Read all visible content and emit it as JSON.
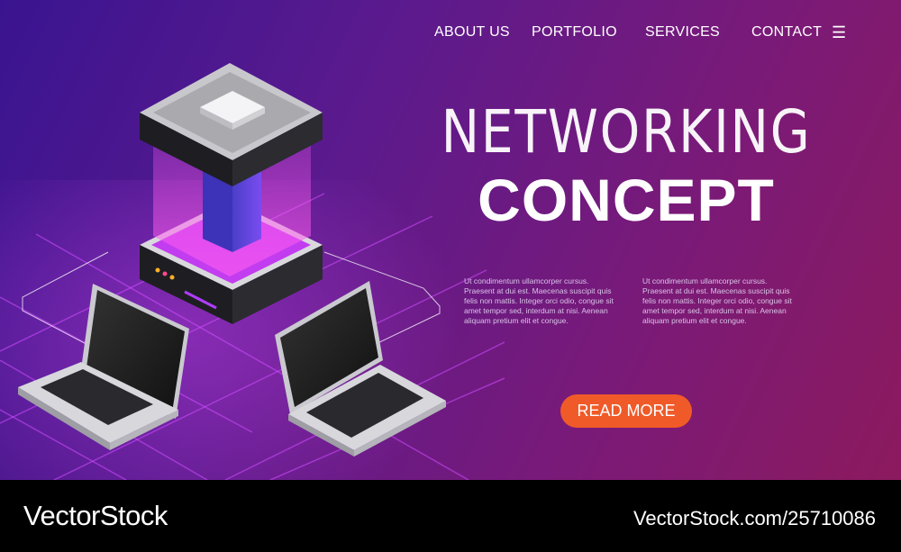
{
  "nav": {
    "items": [
      "ABOUT US",
      "PORTFOLIO",
      "SERVICES",
      "CONTACT"
    ],
    "menu_icon": "hamburger-icon"
  },
  "hero": {
    "title_line1": "NETWORKING",
    "title_line2": "CONCEPT",
    "paragraph_1": "Ut condimentum ullamcorper cursus. Praesent at dui est. Maecenas suscipit quis felis non mattis. Integer orci odio, congue sit amet tempor sed, interdum at nisi. Aenean aliquam pretium elit et congue.",
    "paragraph_2": "Ut condimentum ullamcorper cursus. Praesent at dui est. Maecenas suscipit quis felis non mattis. Integer orci odio, congue sit amet tempor sed, interdum at nisi. Aenean aliquam pretium elit et congue.",
    "cta_label": "READ MORE"
  },
  "watermark": {
    "logo_text": "VectorStock",
    "image_id": "VectorStock.com/25710086"
  },
  "colors": {
    "cta": "#f05a28",
    "accent_glow": "#e040ff",
    "bg_start": "#3a1490",
    "bg_end": "#8c1a5e"
  }
}
